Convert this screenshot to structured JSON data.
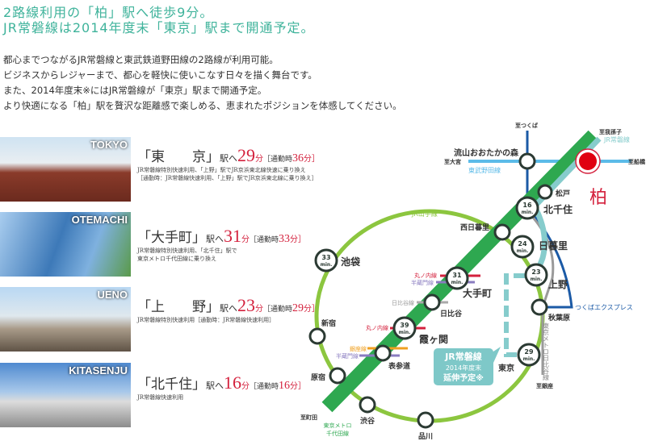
{
  "header": {
    "line1": "2路線利用の「柏」駅へ徒歩9分。",
    "line2": "JR常磐線は2014年度末「東京」駅まで開通予定。"
  },
  "body": [
    "都心までつながるJR常磐線と東武鉄道野田線の2路線が利用可能。",
    "ビジネスからレジャーまで、都心を軽快に使いこなす日々を描く舞台です。",
    "また、2014年度末※にはJR常磐線が「東京」駅まで開通予定。",
    "より快適になる「柏」駅を贅沢な距離感で楽しめる、恵まれたポジションを体感してください。"
  ],
  "routes": [
    {
      "photo_label": "TOKYO",
      "station": "「東　　京」",
      "to": "駅へ",
      "minutes": "29",
      "unit": "分",
      "commute_label": "［通勤時",
      "commute": "36",
      "commute_unit": "分］",
      "notes": [
        "JR常磐線特別快速利用、「上野」駅でJR京浜東北線快速に乗り換え",
        "［通勤時：JR常磐線快速利用、「上野」駅でJR京浜東北線に乗り換え］"
      ]
    },
    {
      "photo_label": "OTEMACHI",
      "station": "「大手町」",
      "to": "駅へ",
      "minutes": "31",
      "unit": "分",
      "commute_label": "［通勤時",
      "commute": "33",
      "commute_unit": "分］",
      "notes": [
        "JR常磐線特別快速利用、「北千住」駅で",
        "東京メトロ千代田線に乗り換え"
      ]
    },
    {
      "photo_label": "UENO",
      "station": "「上　　野」",
      "to": "駅へ",
      "minutes": "23",
      "unit": "分",
      "commute_label": "［通勤時",
      "commute": "29",
      "commute_unit": "分］",
      "notes": [
        "JR常磐線特別快速利用［通勤時：JR常磐線快速利用］"
      ]
    },
    {
      "photo_label": "KITASENJU",
      "station": "「北千住」",
      "to": "駅へ",
      "minutes": "16",
      "unit": "分",
      "commute_label": "［通勤時",
      "commute": "16",
      "commute_unit": "分］",
      "notes": [
        "JR常磐線快速利用"
      ]
    }
  ],
  "map": {
    "kashiwa": "柏",
    "nagareyama": "流山おおたかの森",
    "matsudo": "松戸",
    "kitasenju": "北千住",
    "nishinippori": "西日暮里",
    "nippori": "日暮里",
    "ueno": "上野",
    "akihabara": "秋葉原",
    "tokyo": "東京",
    "otemachi": "大手町",
    "hibiya": "日比谷",
    "kasumigaseki": "霞ヶ関",
    "omotesando": "表参道",
    "ikebukuro": "池袋",
    "shinjuku": "新宿",
    "harajuku": "原宿",
    "shibuya": "渋谷",
    "shinagawa": "品川",
    "to_tsukuba": "至つくば",
    "to_abiko": "至我孫子",
    "to_omiya": "至大宮",
    "to_funabashi": "至船橋",
    "to_ginza": "至銀座",
    "to_machida": "至町田",
    "jr_joban": "JR常磐線",
    "tobu_noda": "東武野田線",
    "yamanote": "JR山手線",
    "tx": "つくばエクスプレス",
    "hibiya_line": "東京メトロ日比谷線",
    "chiyoda1": "東京メトロ",
    "chiyoda2": "千代田線",
    "marunouchi": "丸ノ内線",
    "hanzomon": "半蔵門線",
    "hibiya_l": "日比谷線",
    "ginza_l": "銀座線",
    "bubble1": "JR常磐線",
    "bubble2": "2014年度末",
    "bubble3": "延伸予定※",
    "min16": "16",
    "min24": "24",
    "min23": "23",
    "min29": "29",
    "min31": "31",
    "min39": "39",
    "min33": "33",
    "min_unit": "min."
  },
  "colors": {
    "heading": "#3fb39b",
    "time": "#d4213d",
    "chiyoda": "#2ea850",
    "yamanote": "#8cc63f",
    "joban": "#86cccc",
    "tx": "#1b5aa6",
    "tobu": "#5bbbe8",
    "hibiya": "#9a9a9a"
  }
}
